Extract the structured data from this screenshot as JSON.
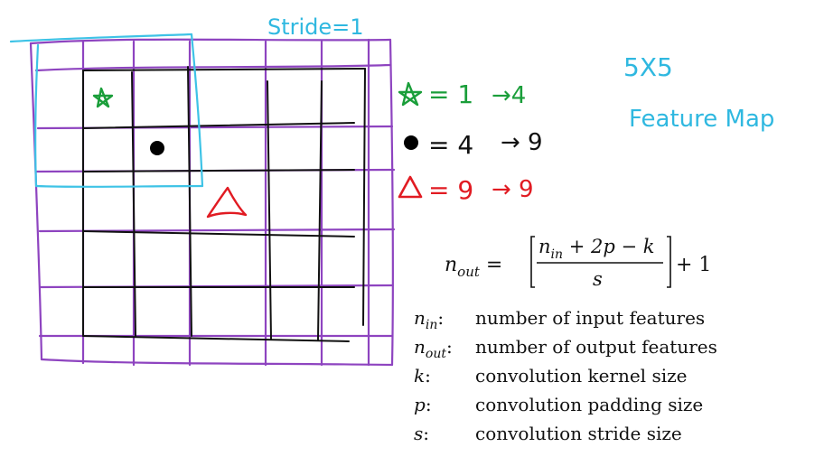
{
  "annotation": {
    "stride_label": "Stride=1",
    "feature_map_size": "5X5",
    "feature_map_label": "Feature Map"
  },
  "counts": [
    {
      "symbol": "star-icon",
      "color": "#1a9e3a",
      "eq": "= 1",
      "arrow": "→4"
    },
    {
      "symbol": "dot-icon",
      "color": "#000000",
      "eq": "= 4",
      "arrow": "→ 9"
    },
    {
      "symbol": "triangle-icon",
      "color": "#e11b22",
      "eq": "= 9",
      "arrow": "→ 9"
    }
  ],
  "formula": {
    "lhs": "n",
    "lhs_sub": "out",
    "numerator": "n_in + 2p − k",
    "numerator_n": "n",
    "numerator_sub": "in",
    "numerator_rest": " + 2p − k",
    "denominator": "s",
    "tail": "+ 1"
  },
  "legend": [
    {
      "sym": "n",
      "sub": "in",
      "colon": ":",
      "desc": "number of input features"
    },
    {
      "sym": "n",
      "sub": "out",
      "colon": ":",
      "desc": "number of output features"
    },
    {
      "sym": "k",
      "sub": "",
      "colon": ":",
      "desc": "convolution kernel size"
    },
    {
      "sym": "p",
      "sub": "",
      "colon": ":",
      "desc": "convolution padding size"
    },
    {
      "sym": "s",
      "sub": "",
      "colon": ":",
      "desc": "convolution stride size"
    }
  ],
  "colors": {
    "padding_grid": "#8e44c0",
    "inner_grid": "#111111",
    "kernel_window": "#3ec3e6",
    "annotation_cyan": "#2fb8e0",
    "star_green": "#1a9e3a",
    "triangle_red": "#e11b22"
  }
}
